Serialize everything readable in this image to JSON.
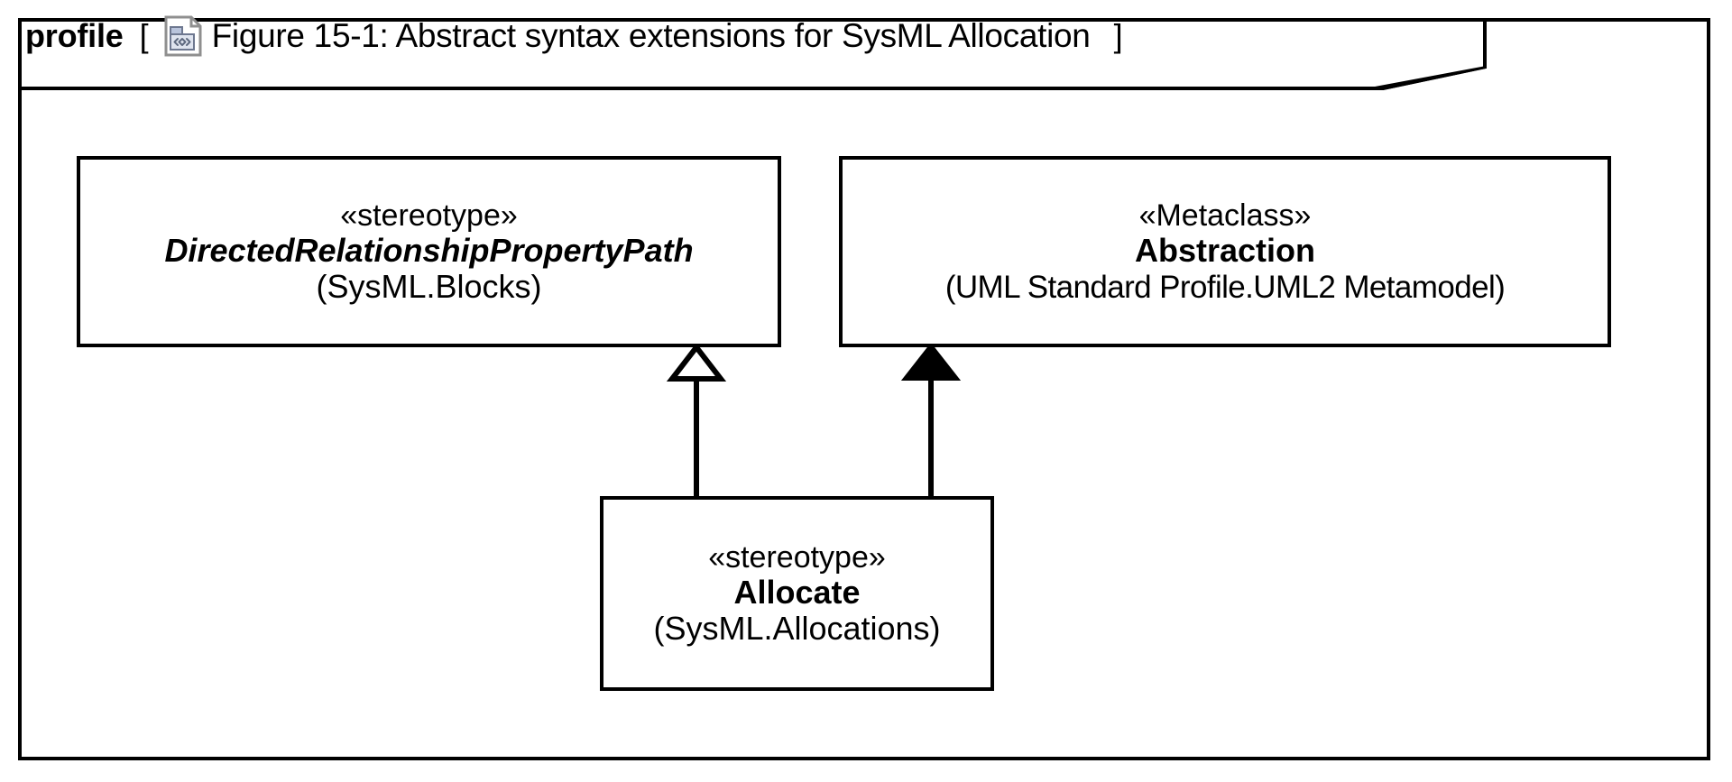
{
  "frame": {
    "kind_label": "profile",
    "bracket_open": "[",
    "bracket_close": "]",
    "diagram_title": "Figure 15-1: Abstract syntax extensions for SysML Allocation",
    "icon": "profile-document-icon",
    "border_color": "#000000",
    "background_color": "#ffffff"
  },
  "icon_colors": {
    "outline": "#8f8f8f",
    "page_fill": "#ffffff",
    "tab_fill": "#b9c4dc",
    "body_fill": "#dfe4ef",
    "glyph": "#5f6a80"
  },
  "classifiers": [
    {
      "id": "directed-relationship-property-path",
      "stereotype_label": "«stereotype»",
      "name": "DirectedRelationshipPropertyPath",
      "package": "(SysML.Blocks)",
      "name_style": "bold-italic",
      "abstract": true
    },
    {
      "id": "abstraction",
      "stereotype_label": "«Metaclass»",
      "name": "Abstraction",
      "package": "(UML Standard Profile.UML2 Metamodel)",
      "name_style": "bold",
      "abstract": false
    },
    {
      "id": "allocate",
      "stereotype_label": "«stereotype»",
      "name": "Allocate",
      "package": "(SysML.Allocations)",
      "name_style": "bold",
      "abstract": false
    }
  ],
  "relationships": [
    {
      "id": "allocate-generalizes-drpp",
      "type": "generalization",
      "arrowhead": "hollow-triangle",
      "source": "allocate",
      "target": "directed-relationship-property-path"
    },
    {
      "id": "allocate-extends-abstraction",
      "type": "extension",
      "arrowhead": "filled-triangle",
      "source": "allocate",
      "target": "abstraction"
    }
  ]
}
